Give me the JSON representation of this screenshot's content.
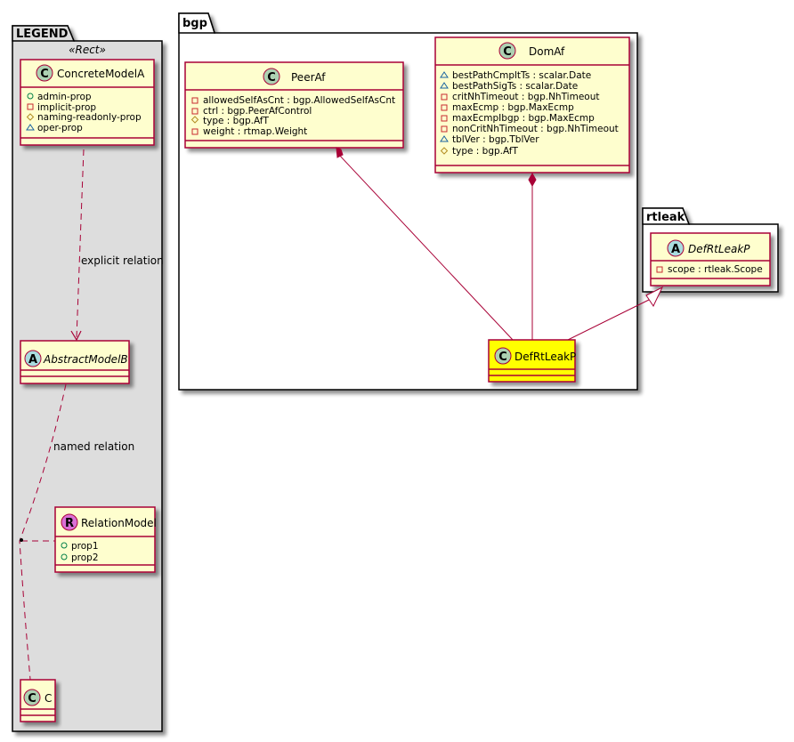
{
  "colors": {
    "class_fill": "#FEFECE",
    "class_border": "#A80036",
    "highlight_fill": "#FFFF00",
    "legend_fill": "#DDDDDD",
    "circle_class": "#ADD1B2",
    "circle_abstract": "#A9DCDF",
    "circle_relation": "#DA70D6",
    "edge": "#A80036",
    "vis_public": "#038048",
    "vis_private": "#C82930",
    "vis_protected": "#B38D22",
    "vis_package": "#1963A0"
  },
  "packages": {
    "legend": {
      "name": "LEGEND",
      "stereotype": "«Rect»"
    },
    "bgp": {
      "name": "bgp"
    },
    "rtleak": {
      "name": "rtleak"
    }
  },
  "classes": {
    "concrete_model_a": {
      "kind": "C",
      "name": "ConcreteModelA",
      "attributes": [
        {
          "vis": "public",
          "text": "admin-prop"
        },
        {
          "vis": "private",
          "text": "implicit-prop"
        },
        {
          "vis": "protected",
          "text": "naming-readonly-prop"
        },
        {
          "vis": "package",
          "text": "oper-prop"
        }
      ]
    },
    "abstract_model_b": {
      "kind": "A",
      "name": "AbstractModelB",
      "attributes": []
    },
    "relation_model": {
      "kind": "R",
      "name": "RelationModel",
      "attributes": [
        {
          "vis": "public",
          "text": "prop1"
        },
        {
          "vis": "public",
          "text": "prop2"
        }
      ]
    },
    "c": {
      "kind": "C",
      "name": "C",
      "attributes": []
    },
    "peer_af": {
      "kind": "C",
      "name": "PeerAf",
      "attributes": [
        {
          "vis": "private",
          "text": "allowedSelfAsCnt : bgp.AllowedSelfAsCnt"
        },
        {
          "vis": "private",
          "text": "ctrl : bgp.PeerAfControl"
        },
        {
          "vis": "protected",
          "text": "type : bgp.AfT"
        },
        {
          "vis": "private",
          "text": "weight : rtmap.Weight"
        }
      ]
    },
    "dom_af": {
      "kind": "C",
      "name": "DomAf",
      "attributes": [
        {
          "vis": "package",
          "text": "bestPathCmpltTs : scalar.Date"
        },
        {
          "vis": "package",
          "text": "bestPathSigTs : scalar.Date"
        },
        {
          "vis": "private",
          "text": "critNhTimeout : bgp.NhTimeout"
        },
        {
          "vis": "private",
          "text": "maxEcmp : bgp.MaxEcmp"
        },
        {
          "vis": "private",
          "text": "maxEcmpIbgp : bgp.MaxEcmp"
        },
        {
          "vis": "private",
          "text": "nonCritNhTimeout : bgp.NhTimeout"
        },
        {
          "vis": "package",
          "text": "tblVer : bgp.TblVer"
        },
        {
          "vis": "protected",
          "text": "type : bgp.AfT"
        }
      ]
    },
    "def_rt_leak_p_bgp": {
      "kind": "C",
      "name": "DefRtLeakP",
      "attributes": []
    },
    "def_rt_leak_p_rtleak": {
      "kind": "A",
      "name": "DefRtLeakP",
      "attributes": [
        {
          "vis": "private",
          "text": "scope : rtleak.Scope"
        }
      ]
    }
  },
  "relations": {
    "explicit_label": "explicit relation",
    "named_label": "named relation"
  }
}
